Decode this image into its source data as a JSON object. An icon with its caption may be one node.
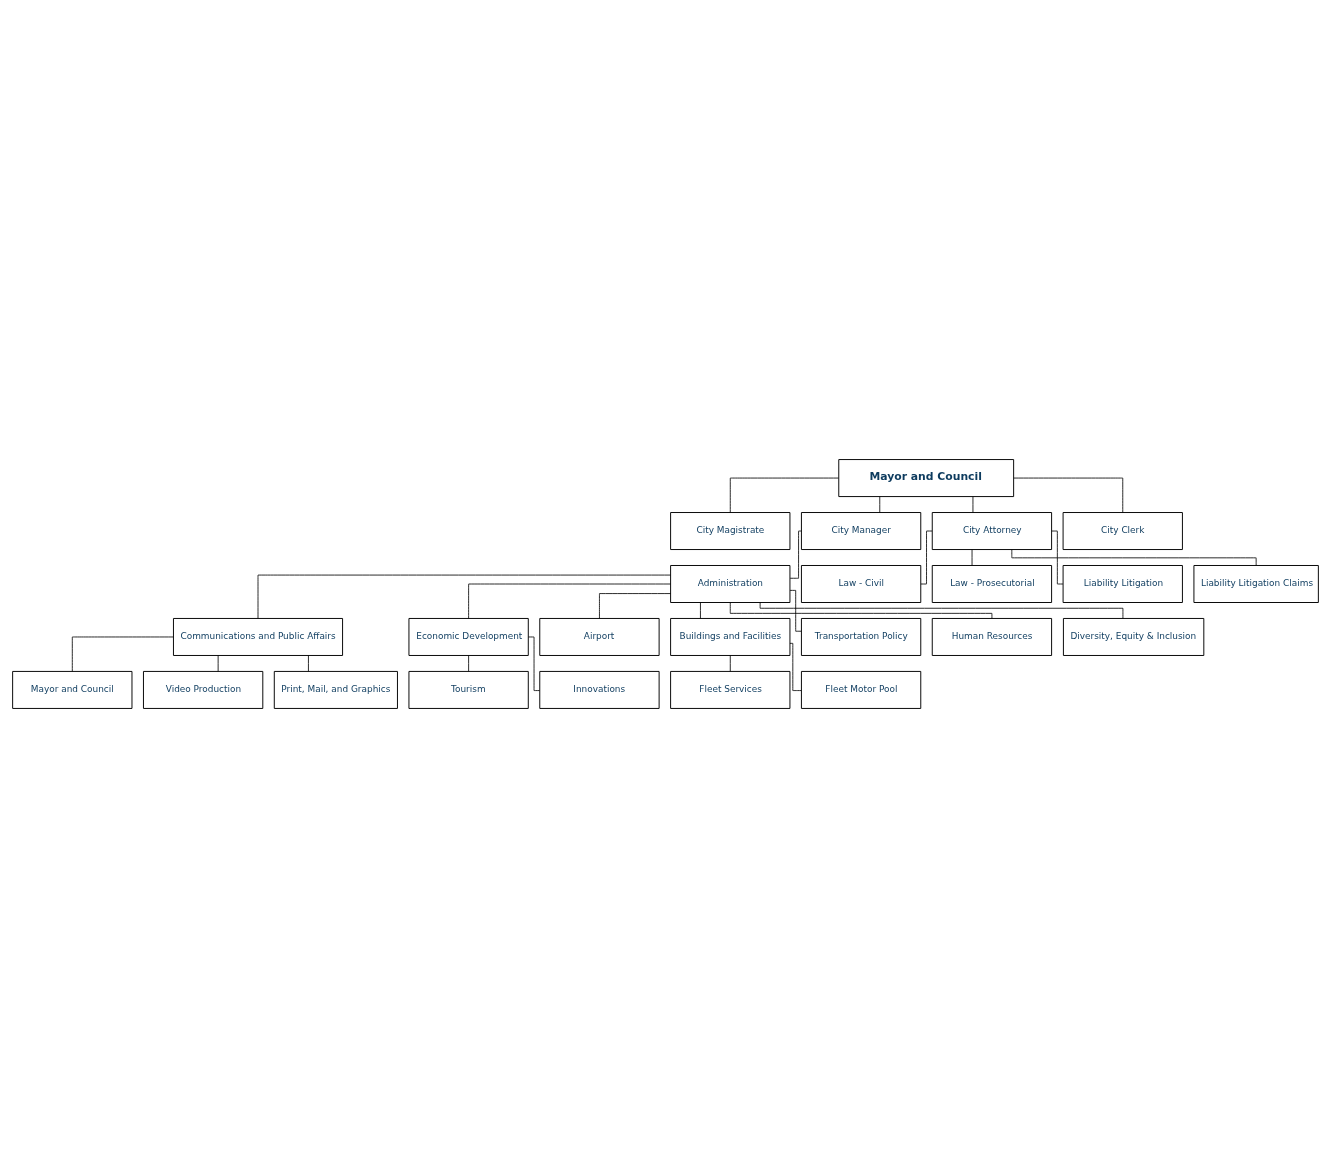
{
  "diagram": {
    "nodes": [
      {
        "text": [
          "Mayor and Council"
        ]
      },
      {
        "text": [
          "City Magistrate"
        ]
      },
      {
        "text": [
          "City Manager"
        ]
      },
      {
        "text": [
          "City Attorney"
        ]
      },
      {
        "text": [
          "City Clerk"
        ]
      },
      {
        "text": [
          "Administration"
        ]
      },
      {
        "text": [
          "Communications and Public Affairs"
        ]
      },
      {
        "text": [
          "Economic Development"
        ]
      },
      {
        "text": [
          "Mayor and Council"
        ]
      },
      {
        "text": [
          "Tourism"
        ]
      },
      {
        "text": [
          "Video Production"
        ]
      },
      {
        "text": [
          "Innovations"
        ]
      },
      {
        "text": [
          "Print, Mail, and Graphics"
        ]
      },
      {
        "text": [
          "Airport"
        ]
      },
      {
        "text": [
          "Buildings and Facilities"
        ]
      },
      {
        "text": [
          "Transportation Policy"
        ]
      },
      {
        "text": [
          "Fleet Services"
        ]
      },
      {
        "text": [
          "Human Resources"
        ]
      },
      {
        "text": [
          "Fleet Motor Pool"
        ]
      },
      {
        "text": [
          "Diversity, Equity & Inclusion"
        ]
      },
      {
        "text": [
          "Law - Civil"
        ]
      },
      {
        "text": [
          "Law - Prosecutorial"
        ]
      },
      {
        "text": [
          "Liability Litigation"
        ]
      },
      {
        "text": [
          "Liability Litigation Claims"
        ]
      }
    ],
    "edges": [
      {
        "from": 0,
        "to": 1,
        "arrow": "none"
      },
      {
        "from": 0,
        "to": 2,
        "arrow": "none"
      },
      {
        "from": 0,
        "to": 3,
        "arrow": "none"
      },
      {
        "from": 0,
        "to": 4,
        "arrow": "none"
      },
      {
        "from": 2,
        "to": 5,
        "arrow": "none"
      },
      {
        "from": 5,
        "to": 6,
        "arrow": "none"
      },
      {
        "from": 5,
        "to": 7,
        "arrow": "none"
      },
      {
        "from": 6,
        "to": 8,
        "arrow": "none"
      },
      {
        "from": 6,
        "to": 10,
        "arrow": "none"
      },
      {
        "from": 6,
        "to": 12,
        "arrow": "none"
      },
      {
        "from": 7,
        "to": 9,
        "arrow": "none"
      },
      {
        "from": 7,
        "to": 11,
        "arrow": "none"
      },
      {
        "from": 5,
        "to": 13,
        "arrow": "none"
      },
      {
        "from": 5,
        "to": 14,
        "arrow": "none"
      },
      {
        "from": 5,
        "to": 15,
        "arrow": "none"
      },
      {
        "from": 5,
        "to": 17,
        "arrow": "none"
      },
      {
        "from": 5,
        "to": 19,
        "arrow": "none"
      },
      {
        "from": 14,
        "to": 16,
        "arrow": "none"
      },
      {
        "from": 14,
        "to": 18,
        "arrow": "none"
      },
      {
        "from": 3,
        "to": 20,
        "arrow": "none"
      },
      {
        "from": 3,
        "to": 21,
        "arrow": "none"
      },
      {
        "from": 3,
        "to": 22,
        "arrow": "none"
      },
      {
        "from": 3,
        "to": 23,
        "arrow": "none"
      }
    ]
  }
}
